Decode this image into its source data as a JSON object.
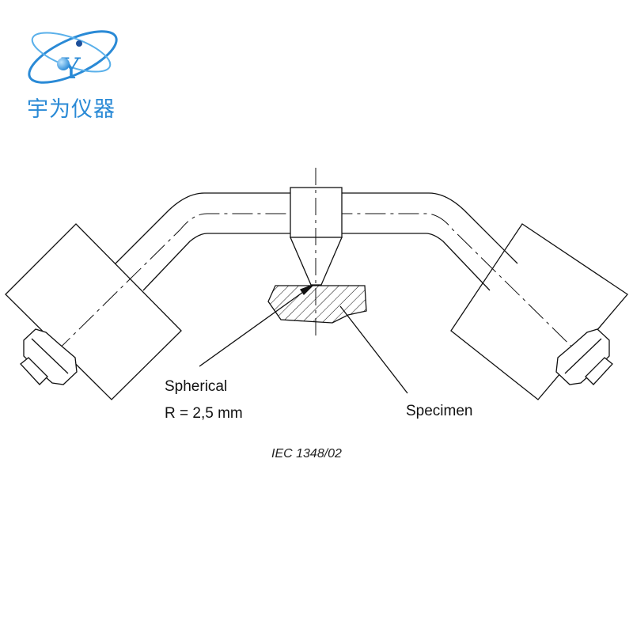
{
  "logo": {
    "brand_text": "宇为仪器",
    "letter": "Y",
    "color": "#2a8ad6"
  },
  "labels": {
    "spherical": "Spherical",
    "radius": "R = 2,5 mm",
    "specimen": "Specimen"
  },
  "caption": "IEC 1348/02"
}
